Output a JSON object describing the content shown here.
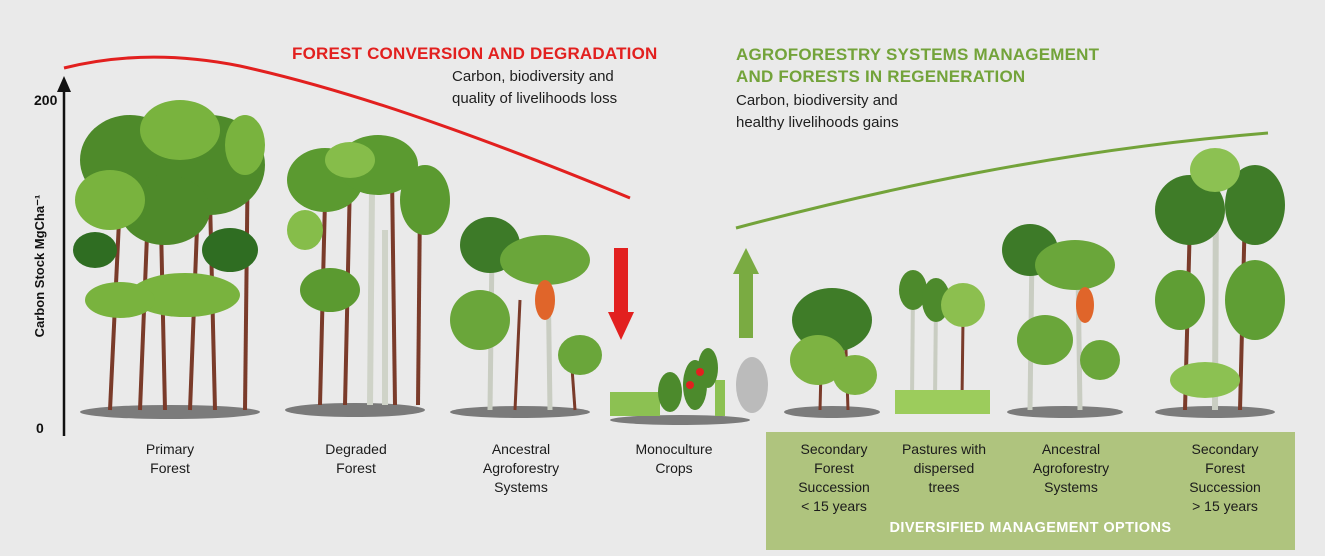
{
  "loss": {
    "title": "FOREST CONVERSION AND DEGRADATION",
    "line1": "Carbon, biodiversity and",
    "line2": "quality of livelihoods loss"
  },
  "gain": {
    "title1": "AGROFORESTRY SYSTEMS MANAGEMENT",
    "title2": "AND FORESTS IN REGENERATION",
    "line1": "Carbon, biodiversity and",
    "line2": "healthy livelihoods gains"
  },
  "axis": {
    "label": "Carbon Stock MgCha⁻¹",
    "tick_top": "200",
    "tick_bottom": "0"
  },
  "stages": [
    {
      "l1": "Primary",
      "l2": "Forest",
      "l3": "",
      "l4": ""
    },
    {
      "l1": "Degraded",
      "l2": "Forest",
      "l3": "",
      "l4": ""
    },
    {
      "l1": "Ancestral",
      "l2": "Agroforestry",
      "l3": "Systems",
      "l4": ""
    },
    {
      "l1": "Monoculture",
      "l2": "Crops",
      "l3": "",
      "l4": ""
    },
    {
      "l1": "Secondary",
      "l2": "Forest",
      "l3": "Succession",
      "l4": "< 15 years"
    },
    {
      "l1": "Pastures with",
      "l2": "dispersed",
      "l3": "trees",
      "l4": ""
    },
    {
      "l1": "Ancestral",
      "l2": "Agroforestry",
      "l3": "Systems",
      "l4": ""
    },
    {
      "l1": "Secondary",
      "l2": "Forest",
      "l3": "Succession",
      "l4": "> 15 years"
    }
  ],
  "panel": {
    "label": "DIVERSIFIED MANAGEMENT OPTIONS"
  },
  "colors": {
    "loss": "#e2201f",
    "gain": "#73a33a",
    "panel": "#afc47e"
  }
}
